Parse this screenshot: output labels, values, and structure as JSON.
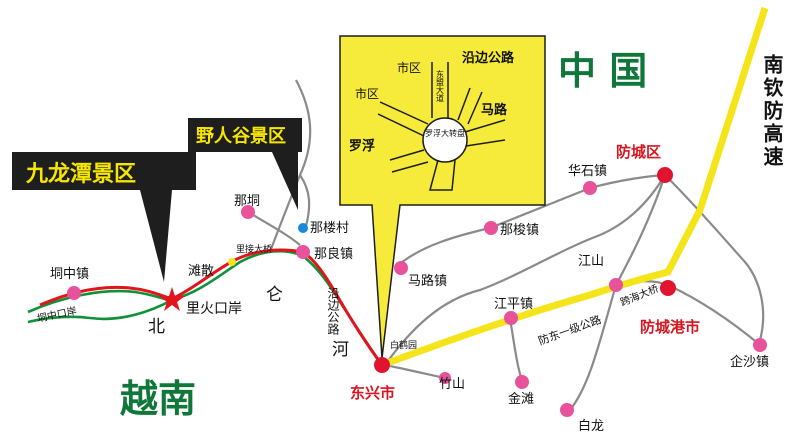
{
  "country_labels": {
    "china": "中 国",
    "vietnam": "越南"
  },
  "callouts": {
    "jiulongtan": "九龙潭景区",
    "yerengu": "野人谷景区"
  },
  "highway": {
    "label": "南钦防高速"
  },
  "roads": {
    "fangdong": "防东一级公路",
    "kuahai": "跨海大桥",
    "lijie": "里接大桥"
  },
  "river": {
    "label": "北仑河",
    "bianlu": "沿边公路"
  },
  "places": {
    "dongxing": "东兴市",
    "fangcheng": "防城区",
    "fangchenggang": "防城港市",
    "tongzhong": "垌中镇",
    "tongzhong_kouan": "垌中口岸",
    "lihuo_kouan": "里火口岸",
    "tansan": "滩散",
    "natong": "那垌",
    "nalou": "那楼村",
    "naliang": "那良镇",
    "malu": "马路镇",
    "nasuo": "那梭镇",
    "huashi": "华石镇",
    "jiangshan": "江山",
    "jiangping": "江平镇",
    "jintan": "金滩",
    "zhushan": "竹山",
    "bailong": "白龙",
    "qisha": "企沙镇",
    "baihe": "白鹤园"
  },
  "inset": {
    "shiqu1": "市区",
    "shiqu2": "市区",
    "yanbian": "沿边公路",
    "malu": "马路",
    "luofu": "罗浮",
    "roundabout": "罗浮大转盘",
    "dongmeng": "东盟大道"
  },
  "colors": {
    "highway": "#f4e51a",
    "road_red": "#e2141c",
    "road_green": "#109139",
    "road_gray": "#8a8a8a",
    "callout_bg": "#1e1e1e",
    "callout_text": "#f6e600",
    "inset_bg": "#f6ea3a",
    "point": "#e8529a",
    "city": "#e0142f",
    "country": "#10773a"
  }
}
